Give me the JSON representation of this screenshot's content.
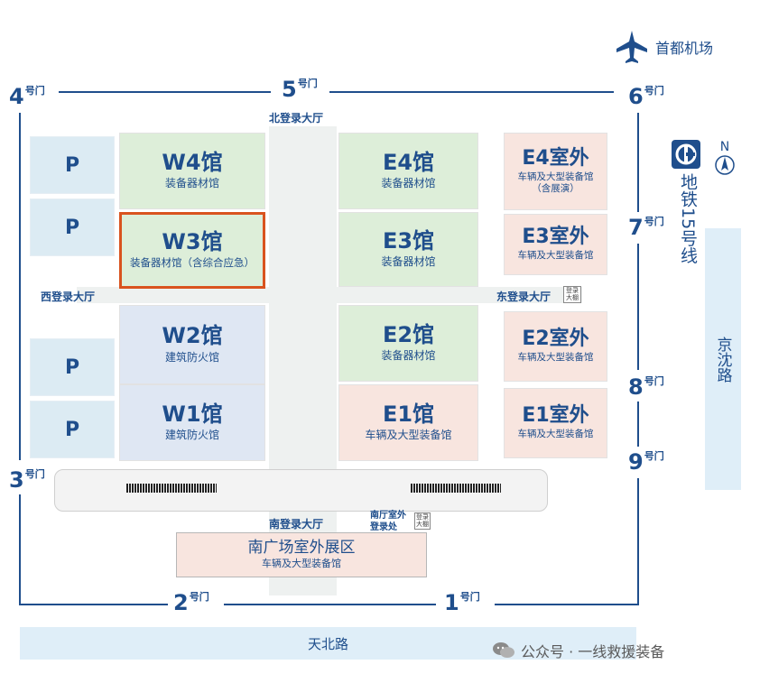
{
  "airport": {
    "label": "首都机场",
    "icon": "airplane-icon"
  },
  "gates": {
    "g1": {
      "num": "1",
      "suffix": "号门"
    },
    "g2": {
      "num": "2",
      "suffix": "号门"
    },
    "g3": {
      "num": "3",
      "suffix": "号门"
    },
    "g4": {
      "num": "4",
      "suffix": "号门"
    },
    "g5": {
      "num": "5",
      "suffix": "号门"
    },
    "g6": {
      "num": "6",
      "suffix": "号门"
    },
    "g7": {
      "num": "7",
      "suffix": "号门"
    },
    "g8": {
      "num": "8",
      "suffix": "号门"
    },
    "g9": {
      "num": "9",
      "suffix": "号门"
    }
  },
  "parking_label": "P",
  "halls": {
    "w4": {
      "name": "W4馆",
      "sub": "装备器材馆"
    },
    "w3": {
      "name": "W3馆",
      "sub": "装备器材馆（含综合应急）"
    },
    "w2": {
      "name": "W2馆",
      "sub": "建筑防火馆"
    },
    "w1": {
      "name": "W1馆",
      "sub": "建筑防火馆"
    },
    "e4": {
      "name": "E4馆",
      "sub": "装备器材馆"
    },
    "e3": {
      "name": "E3馆",
      "sub": "装备器材馆"
    },
    "e2": {
      "name": "E2馆",
      "sub": "装备器材馆"
    },
    "e1": {
      "name": "E1馆",
      "sub": "车辆及大型装备馆"
    },
    "e4o": {
      "name": "E4室外",
      "sub": "车辆及大型装备馆",
      "sub2": "（含展演）"
    },
    "e3o": {
      "name": "E3室外",
      "sub": "车辆及大型装备馆"
    },
    "e2o": {
      "name": "E2室外",
      "sub": "车辆及大型装备馆"
    },
    "e1o": {
      "name": "E1室外",
      "sub": "车辆及大型装备馆"
    }
  },
  "lobbies": {
    "north": "北登录大厅",
    "west": "西登录大厅",
    "east": "东登录大厅",
    "south": "南登录大厅",
    "south_outdoor": "南厅室外登录处"
  },
  "south_plaza": {
    "name": "南广场室外展区",
    "sub": "车辆及大型装备馆"
  },
  "tags": {
    "east_tag": "登录大棚",
    "south_tag": "登录大棚"
  },
  "metro": {
    "label": "地铁15号线",
    "icon": "metro-icon"
  },
  "compass": {
    "label": "N",
    "icon": "compass-icon"
  },
  "roads": {
    "east": "京沈路",
    "south": "天北路"
  },
  "watermark": {
    "text": "公众号 · 一线救援装备",
    "icon": "wechat-icon"
  },
  "colors": {
    "brand_blue": "#1f4e8c",
    "highlight": "#d9531e",
    "hall_green": "#ddeed9",
    "hall_blue": "#dfe7f3",
    "outdoor_pink": "#f8e5df",
    "parking": "#dcebf3"
  }
}
